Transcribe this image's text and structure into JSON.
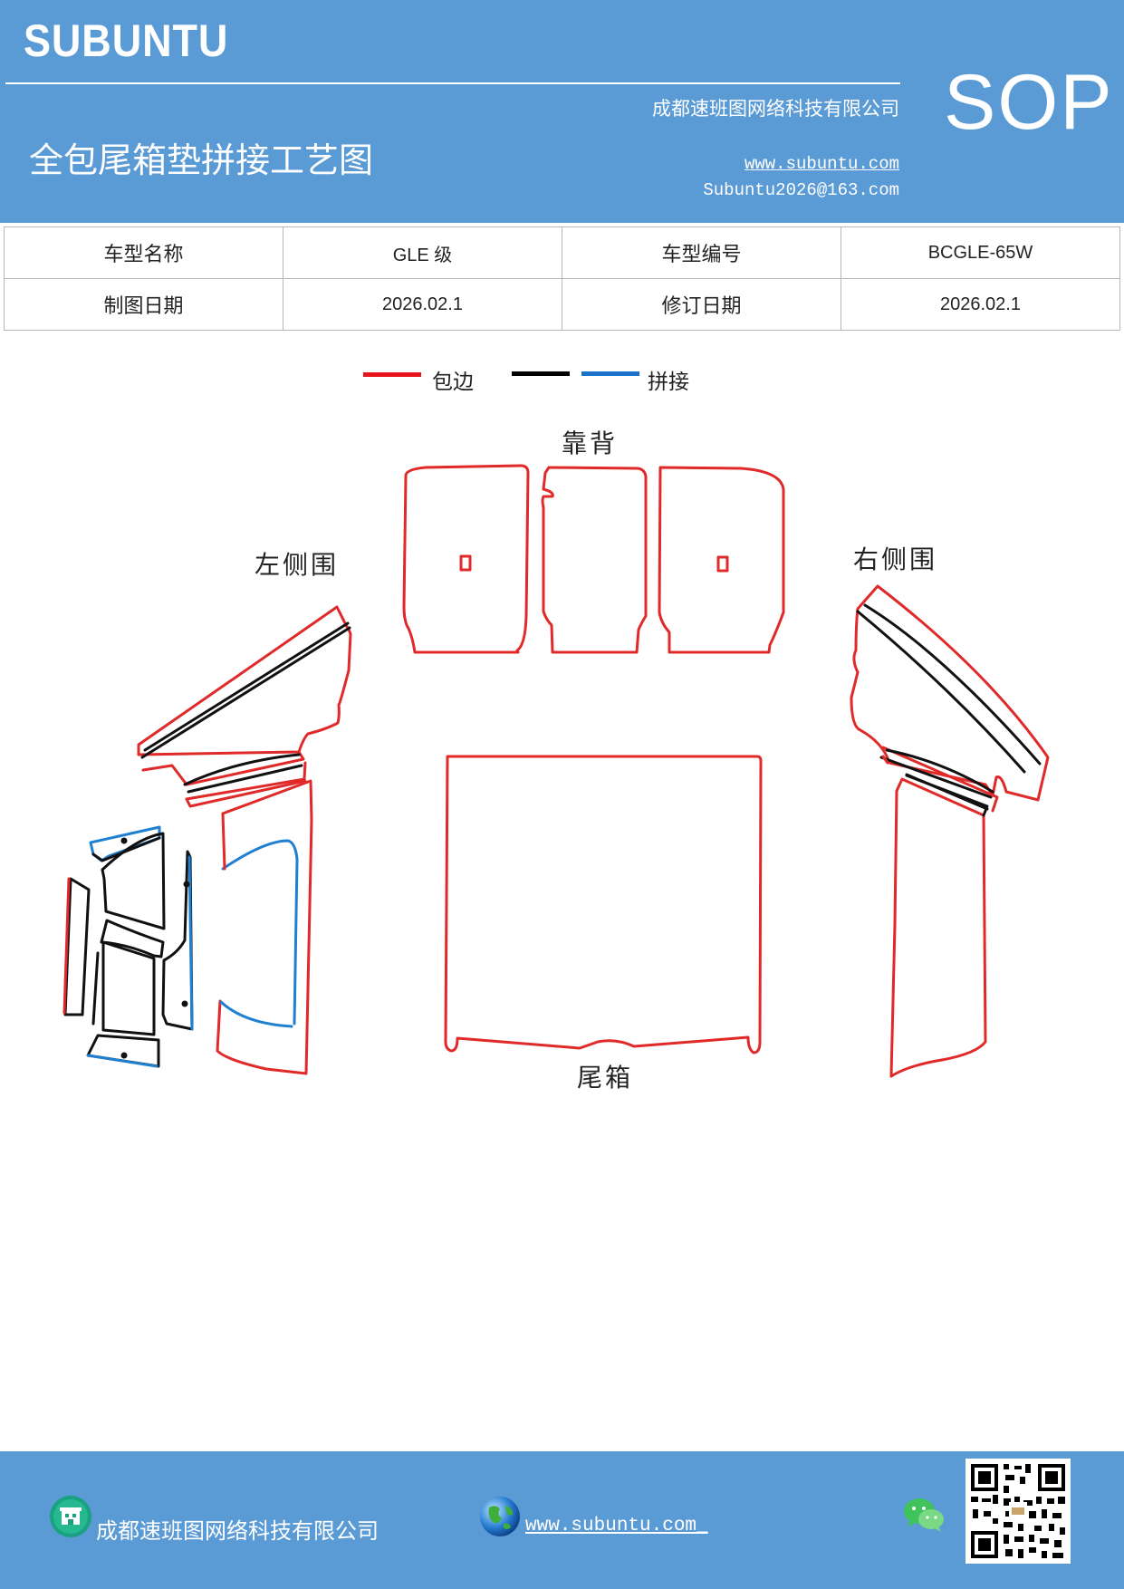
{
  "header": {
    "brand": "SUBUNTU",
    "company": "成都速班图网络科技有限公司",
    "title": "全包尾箱垫拼接工艺图",
    "website": "www.subuntu.com",
    "email": "Subuntu2026@163.com",
    "badge": "SOP"
  },
  "info_table": {
    "row1": [
      "车型名称",
      "GLE 级",
      "车型编号",
      "BCGLE-65W"
    ],
    "row2": [
      "制图日期",
      "2026.02.1",
      "修订日期",
      "2026.02.1"
    ]
  },
  "legend": {
    "items": [
      {
        "label": "包边",
        "color": "#e8141b"
      },
      {
        "label": "",
        "color": "#000000"
      },
      {
        "label": "拼接",
        "color": "#1a73c8"
      }
    ]
  },
  "diagram": {
    "labels": {
      "backrest": "靠背",
      "left_side": "左侧围",
      "right_side": "右侧围",
      "trunk": "尾箱"
    },
    "colors": {
      "edge": "#e02a2a",
      "seam": "#111111",
      "splice": "#1f7fd1"
    }
  },
  "footer": {
    "company": "成都速班图网络科技有限公司",
    "website": "www.subuntu.com_"
  }
}
